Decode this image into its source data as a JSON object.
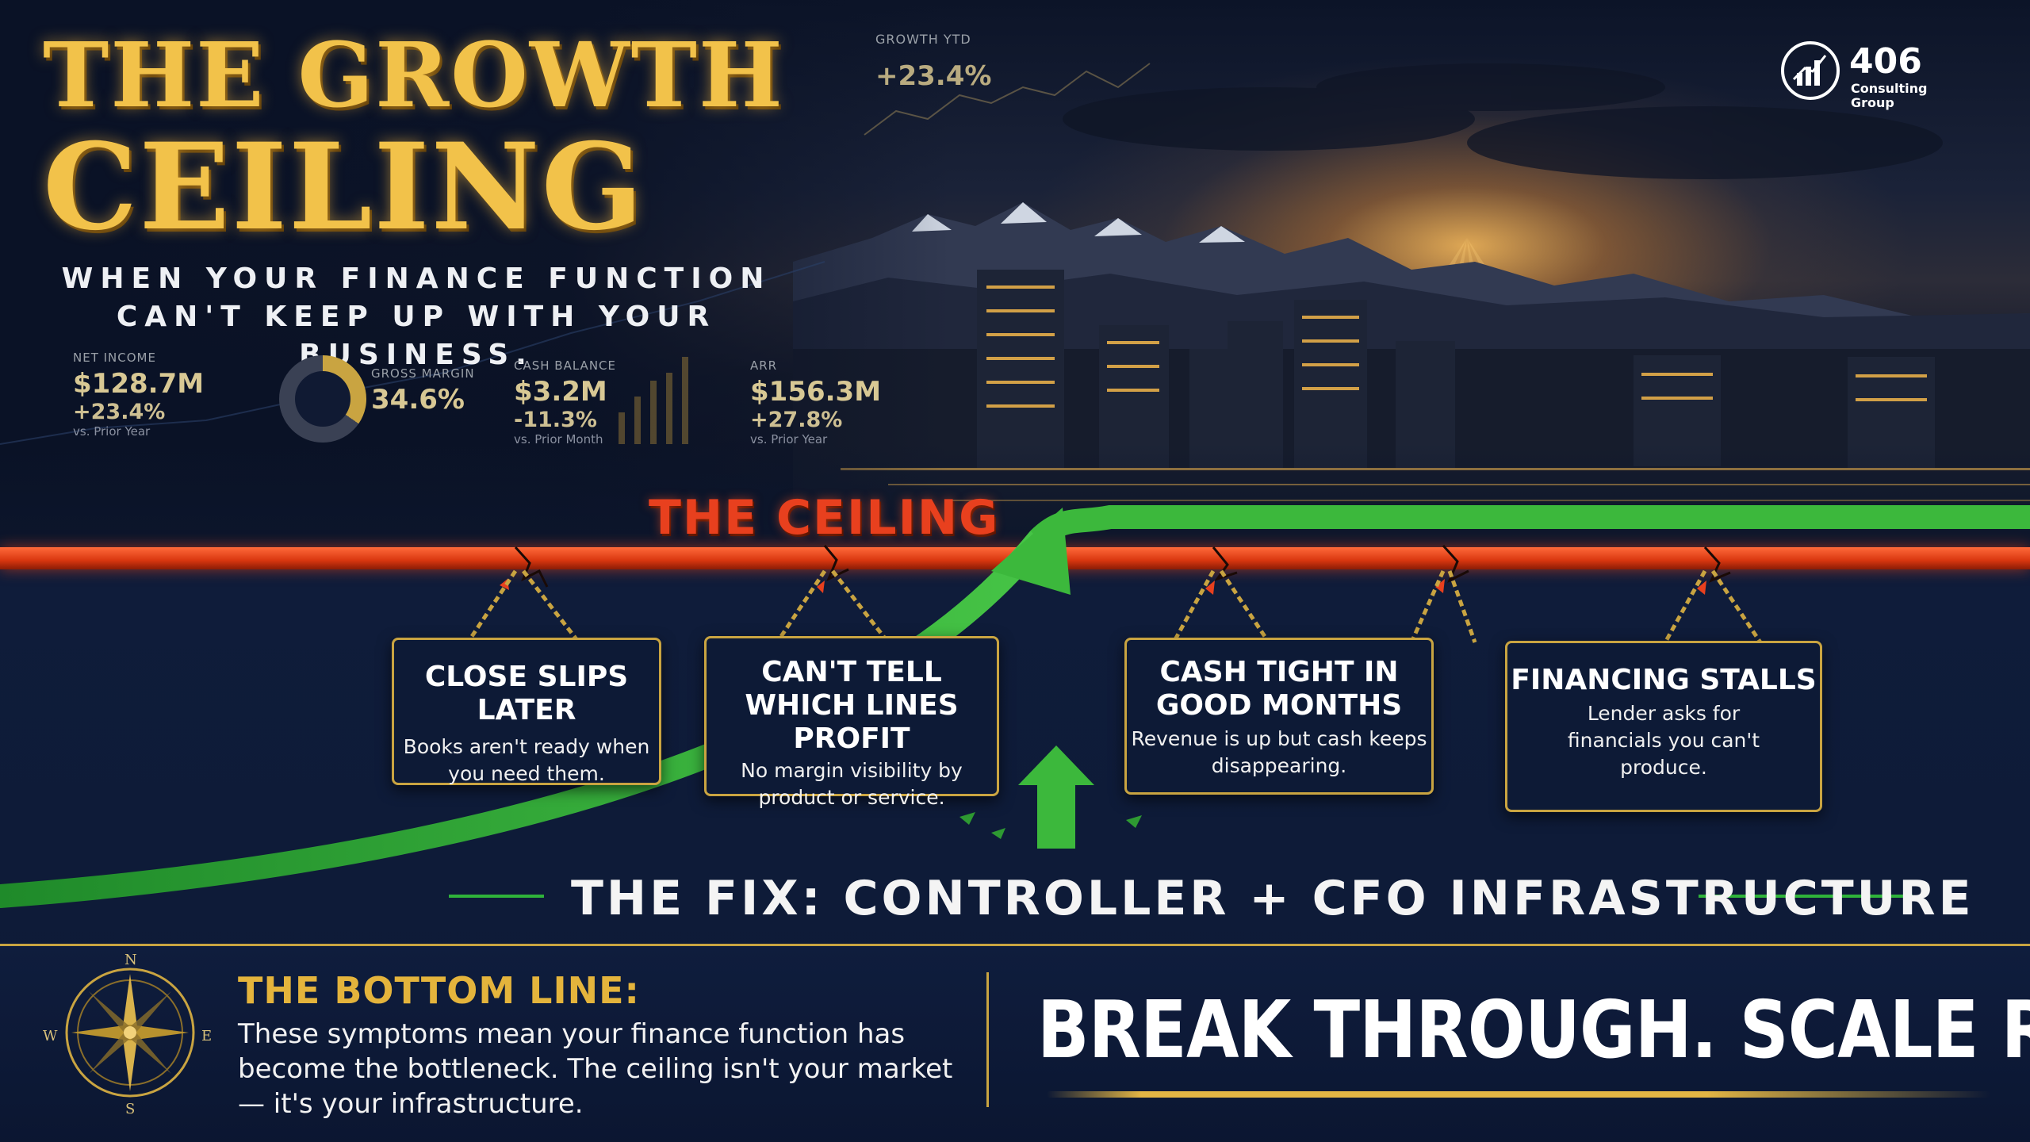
{
  "title": {
    "line1": "THE GROWTH",
    "line2": "CEILING",
    "subtitle": "WHEN YOUR FINANCE FUNCTION CAN'T KEEP UP WITH YOUR BUSINESS."
  },
  "logo": {
    "number": "406",
    "line1": "Consulting",
    "line2": "Group"
  },
  "growth_ytd": {
    "label": "GROWTH YTD",
    "value": "+23.4%"
  },
  "stats": [
    {
      "label": "NET INCOME",
      "value": "$128.7M",
      "change": "+23.4%",
      "sub": "vs. Prior Year"
    },
    {
      "label": "GROSS MARGIN",
      "value": "34.6%",
      "change": "",
      "sub": ""
    },
    {
      "label": "CASH BALANCE",
      "value": "$3.2M",
      "change": "-11.3%",
      "sub": "vs. Prior Month"
    },
    {
      "label": "ARR",
      "value": "$156.3M",
      "change": "+27.8%",
      "sub": "vs. Prior Year"
    }
  ],
  "gross_margin_fraction": 0.346,
  "ceiling_label": "THE CEILING",
  "symptoms": [
    {
      "title": "CLOSE SLIPS LATER",
      "body": "Books aren't ready when you need them."
    },
    {
      "title": "CAN'T TELL WHICH LINES PROFIT",
      "body": "No margin visibility by product or service."
    },
    {
      "title": "CASH TIGHT IN GOOD MONTHS",
      "body": "Revenue is up but cash keeps disappearing."
    },
    {
      "title": "FINANCING STALLS",
      "body": "Lender asks for financials you can't produce."
    }
  ],
  "fix_label": "THE FIX: CONTROLLER + CFO INFRASTRUCTURE",
  "bottom_line": {
    "heading": "THE BOTTOM LINE:",
    "body": "These symptoms mean your finance function has become the bottleneck. The ceiling isn't your market — it's your infrastructure."
  },
  "compass": {
    "n": "N",
    "s": "S",
    "e": "E",
    "w": "W"
  },
  "tagline": "BREAK THROUGH. SCALE RIGHT.",
  "colors": {
    "background": "#0d1a36",
    "gold": "#c9a441",
    "ceiling_red": "#e8401e",
    "growth_green": "#2fb33a"
  },
  "icons": [
    "logo-chart-icon",
    "growth-arrow-icon",
    "fix-arrow-icon",
    "crack-icon",
    "compass-icon"
  ]
}
